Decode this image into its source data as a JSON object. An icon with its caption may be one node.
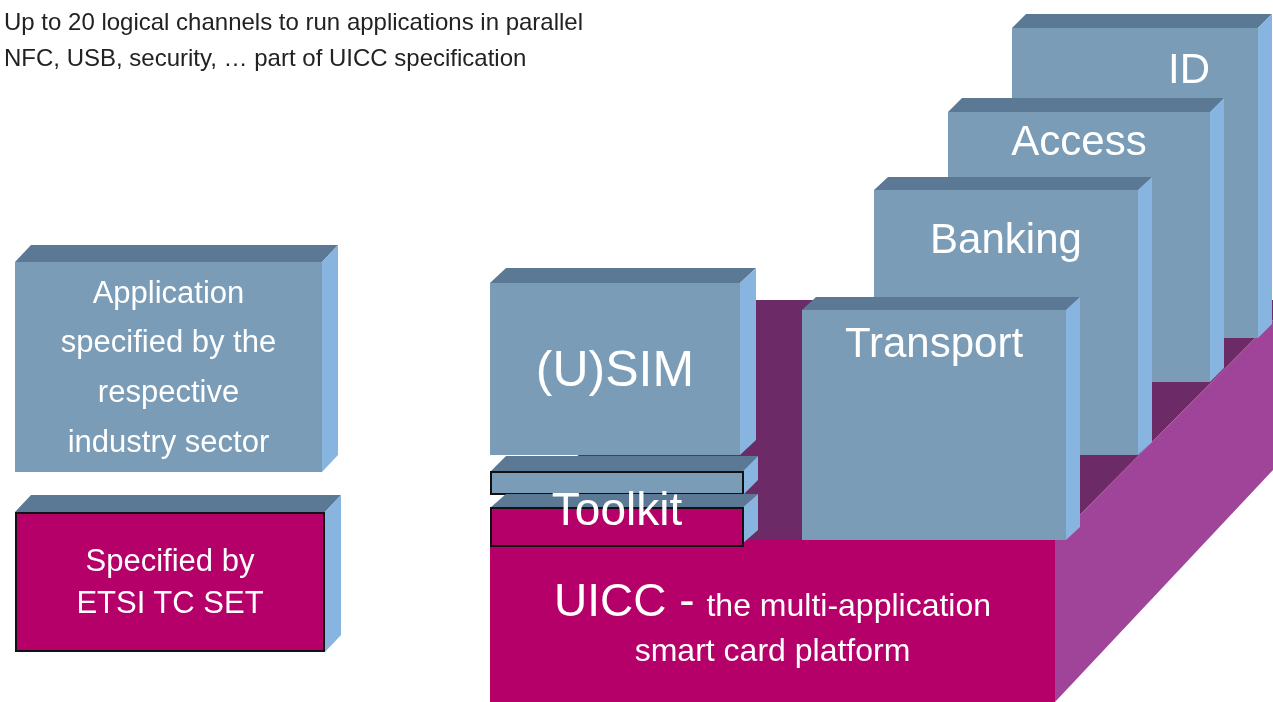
{
  "diagram": {
    "nodes": [
      {
        "text": [
          "Application specified by the respective industry sector"
        ]
      },
      {
        "text": [
          "Specified by ETSI TC SET"
        ]
      },
      {
        "text": [
          "UICC -",
          "the multi-application smart card platform"
        ]
      },
      {
        "text": [
          "ID"
        ]
      },
      {
        "text": [
          "Access"
        ]
      },
      {
        "text": [
          "Banking"
        ]
      },
      {
        "text": [
          "Transport"
        ]
      },
      {
        "text": [
          "(U)SIM"
        ]
      },
      {
        "text": [
          "Toolkit"
        ]
      }
    ],
    "edges": [],
    "labels": [
      "Up to 20 logical channels to run applications in parallel",
      "NFC, USB, security, … part of UICC specification"
    ]
  }
}
